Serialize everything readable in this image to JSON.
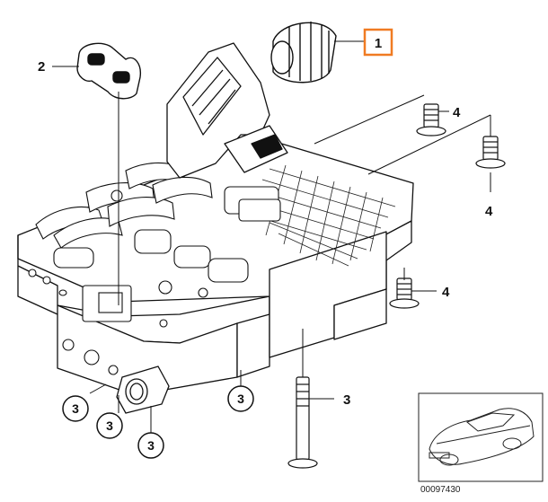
{
  "callouts": {
    "part1": "1",
    "part2": "2",
    "part4_top": "4",
    "part4_right": "4",
    "part4_mid": "4",
    "part3_bolt": "3",
    "part3_a": "3",
    "part3_b": "3",
    "part3_c": "3",
    "part3_d": "3"
  },
  "highlight_color": "#f07b22",
  "inset": {
    "catalog_number": "00097430"
  }
}
